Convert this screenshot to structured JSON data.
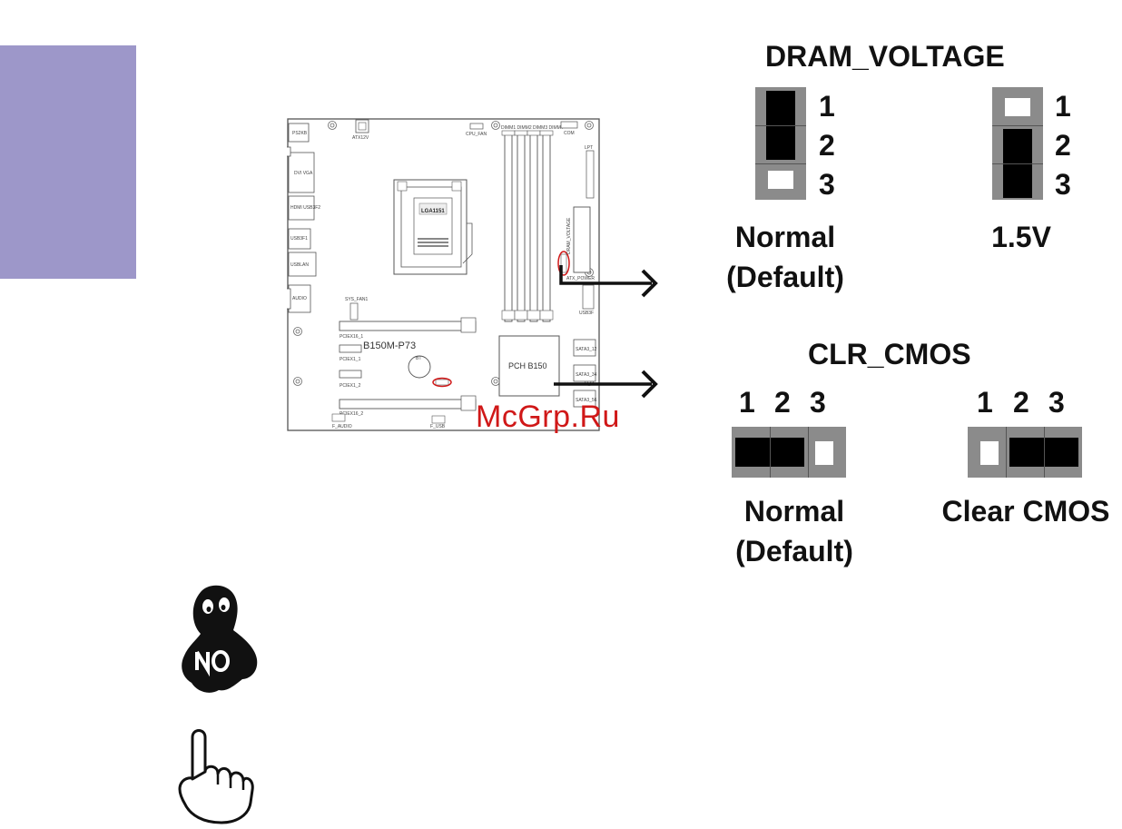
{
  "dram": {
    "title": "DRAM_VOLTAGE",
    "pins": [
      "1",
      "2",
      "3"
    ],
    "left_caption_line1": "Normal",
    "left_caption_line2": "(Default)",
    "right_caption": "1.5V"
  },
  "clr": {
    "title": "CLR_CMOS",
    "pins": [
      "1",
      "2",
      "3"
    ],
    "left_caption_line1": "Normal",
    "left_caption_line2": "(Default)",
    "right_caption": "Clear CMOS"
  },
  "board": {
    "model": "B150M-P73",
    "chipset": "PCH B150",
    "socket": "LGA1151",
    "labels": {
      "ps2": "PS2KB",
      "atx12v": "ATX12V",
      "cpu_fan": "CPU_FAN",
      "dimms": "DIMM1 DIMM2 DIMM3 DIMM4",
      "com": "COM",
      "dvi_vga": "DVI VGA",
      "hdmi": "HDMI USB3F2",
      "usb": "USB3F1",
      "usblan": "USBLAN",
      "audio": "AUDIO",
      "lpt": "LPT",
      "atx_power": "ATX_POWER",
      "sys_fan": "SYS_FAN1",
      "pciex16_1": "PCIEX16_1",
      "pciex1_1": "PCIEX1_1",
      "pciex1_2": "PCIEX1_2",
      "pciex16_2": "PCIEX16_2",
      "bat": "BT",
      "sata12": "SATA3_12",
      "sata34": "SATA3_34",
      "sata56": "SATA3_56",
      "usb3f": "USB3F",
      "f_audio": "F_AUDIO",
      "f_usb": "F_USB",
      "dram_voltage": "DRAM_VOLTAGE"
    }
  },
  "watermark": "McGrp.Ru",
  "icons": [
    "ghost-no-icon",
    "pointing-hand-icon"
  ],
  "colors": {
    "side_tab": "#9d97c9",
    "jumper_base": "#8b8b8b",
    "highlight": "#d01818"
  }
}
